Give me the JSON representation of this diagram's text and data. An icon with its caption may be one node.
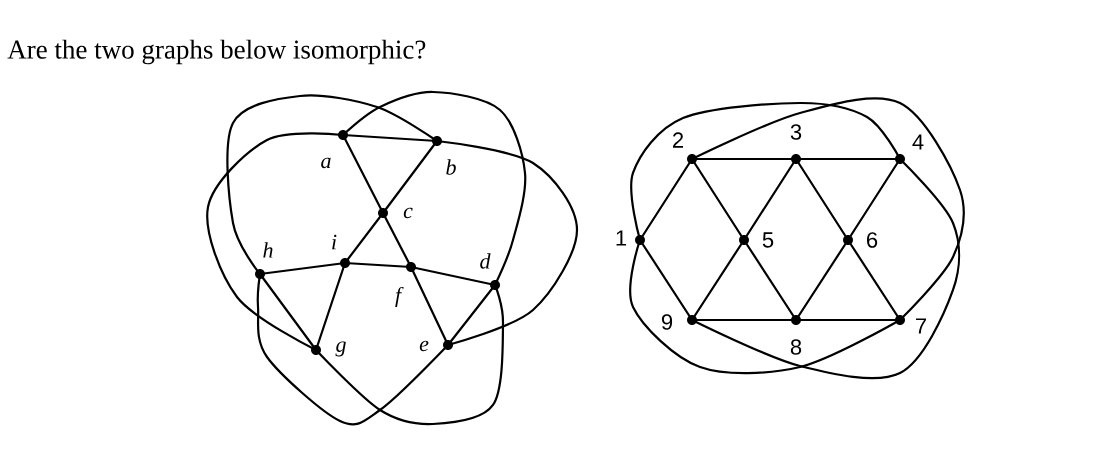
{
  "diagram": {
    "title": "Are the two graphs below isomorphic?",
    "nodes": [
      {
        "text": [
          "*a*"
        ]
      },
      {
        "text": [
          "*b*"
        ]
      },
      {
        "text": [
          "*c*"
        ]
      },
      {
        "text": [
          "*h*"
        ]
      },
      {
        "text": [
          "*i*"
        ]
      },
      {
        "text": [
          "*f*"
        ]
      },
      {
        "text": [
          "*d*"
        ]
      },
      {
        "text": [
          "*g*"
        ]
      },
      {
        "text": [
          "*e*"
        ]
      },
      {
        "text": [
          "2"
        ]
      },
      {
        "text": [
          "3"
        ]
      },
      {
        "text": [
          "4"
        ]
      },
      {
        "text": [
          "1"
        ]
      },
      {
        "text": [
          "5"
        ]
      },
      {
        "text": [
          "6"
        ]
      },
      {
        "text": [
          "9"
        ]
      },
      {
        "text": [
          "8"
        ]
      },
      {
        "text": [
          "7"
        ]
      }
    ],
    "edges": [
      {
        "from": 0,
        "to": 1,
        "arrow": "none"
      },
      {
        "from": 0,
        "to": 2,
        "arrow": "none"
      },
      {
        "from": 1,
        "to": 2,
        "arrow": "none"
      },
      {
        "from": 2,
        "to": 4,
        "arrow": "none"
      },
      {
        "from": 2,
        "to": 5,
        "arrow": "none"
      },
      {
        "from": 3,
        "to": 4,
        "arrow": "none"
      },
      {
        "from": 4,
        "to": 5,
        "arrow": "none"
      },
      {
        "from": 5,
        "to": 6,
        "arrow": "none"
      },
      {
        "from": 3,
        "to": 7,
        "arrow": "none"
      },
      {
        "from": 4,
        "to": 7,
        "arrow": "none"
      },
      {
        "from": 5,
        "to": 8,
        "arrow": "none"
      },
      {
        "from": 6,
        "to": 8,
        "arrow": "none"
      },
      {
        "from": 0,
        "to": 6,
        "arrow": "none"
      },
      {
        "from": 6,
        "to": 7,
        "arrow": "none"
      },
      {
        "from": 0,
        "to": 7,
        "arrow": "none"
      },
      {
        "from": 1,
        "to": 8,
        "arrow": "none"
      },
      {
        "from": 1,
        "to": 3,
        "arrow": "none"
      },
      {
        "from": 8,
        "to": 3,
        "arrow": "none"
      },
      {
        "from": 12,
        "to": 9,
        "arrow": "none"
      },
      {
        "from": 12,
        "to": 15,
        "arrow": "none"
      },
      {
        "from": 9,
        "to": 10,
        "arrow": "none"
      },
      {
        "from": 10,
        "to": 11,
        "arrow": "none"
      },
      {
        "from": 9,
        "to": 13,
        "arrow": "none"
      },
      {
        "from": 10,
        "to": 13,
        "arrow": "none"
      },
      {
        "from": 10,
        "to": 14,
        "arrow": "none"
      },
      {
        "from": 11,
        "to": 14,
        "arrow": "none"
      },
      {
        "from": 13,
        "to": 15,
        "arrow": "none"
      },
      {
        "from": 13,
        "to": 16,
        "arrow": "none"
      },
      {
        "from": 14,
        "to": 16,
        "arrow": "none"
      },
      {
        "from": 14,
        "to": 17,
        "arrow": "none"
      },
      {
        "from": 15,
        "to": 16,
        "arrow": "none"
      },
      {
        "from": 16,
        "to": 17,
        "arrow": "none"
      },
      {
        "from": 12,
        "to": 11,
        "arrow": "none"
      },
      {
        "from": 9,
        "to": 17,
        "arrow": "none"
      },
      {
        "from": 12,
        "to": 17,
        "arrow": "none"
      },
      {
        "from": 15,
        "to": 11,
        "arrow": "none"
      }
    ]
  }
}
